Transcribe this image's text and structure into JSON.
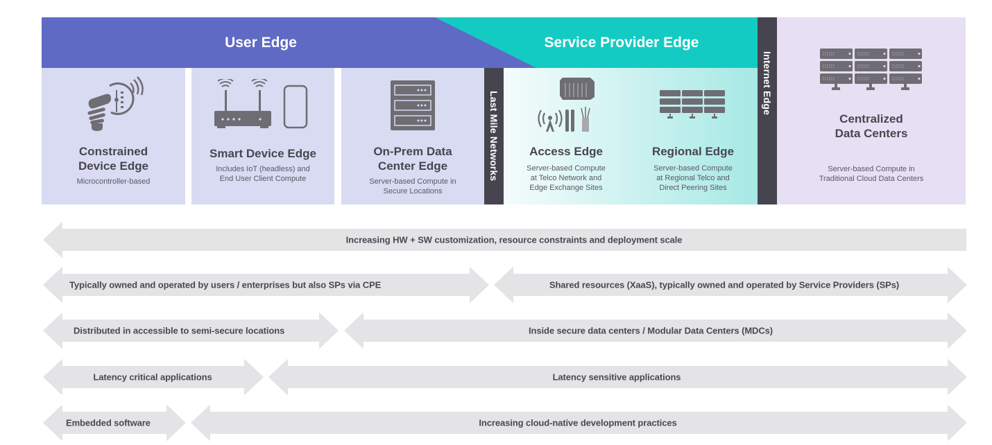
{
  "header": {
    "user_edge_title": "User Edge",
    "service_provider_edge_title": "Service Provider Edge",
    "colors": {
      "user_edge": "#5f6ac4",
      "service_provider_edge": "#14cbc3",
      "divider_bar": "#46444f",
      "user_panel": "#d8dbf2",
      "central_panel": "#e7dff3",
      "arrow": "#e4e4e6",
      "icon": "#6e6d73"
    }
  },
  "panels": [
    {
      "id": "constrained",
      "title_line1": "Constrained",
      "title_line2": "Device Edge",
      "sub_line1": "Microcontroller-based",
      "sub_line2": "",
      "sub_line3": "",
      "icon": "smart-bulb-icon"
    },
    {
      "id": "smart-device",
      "title_line1": "Smart Device Edge",
      "title_line2": "",
      "sub_line1": "Includes IoT (headless) and",
      "sub_line2": "End User Client Compute",
      "sub_line3": "",
      "icon": "router-phone-icon"
    },
    {
      "id": "on-prem",
      "title_line1": "On-Prem Data",
      "title_line2": "Center Edge",
      "sub_line1": "Server-based Compute in",
      "sub_line2": "Secure Locations",
      "sub_line3": "",
      "icon": "server-rack-icon"
    },
    {
      "id": "access",
      "title_line1": "Access Edge",
      "title_line2": "",
      "sub_line1": "Server-based Compute",
      "sub_line2": "at Telco Network and",
      "sub_line3": "Edge Exchange Sites",
      "icon": "container-tower-cables-icon"
    },
    {
      "id": "regional",
      "title_line1": "Regional Edge",
      "title_line2": "",
      "sub_line1": "Server-based Compute",
      "sub_line2": "at Regional Telco and",
      "sub_line3": "Direct Peering Sites",
      "icon": "server-grid-icon"
    },
    {
      "id": "central",
      "title_line1": "Centralized",
      "title_line2": "Data Centers",
      "sub_line1": "Server-based Compute in",
      "sub_line2": "Traditional Cloud Data Centers",
      "sub_line3": "",
      "icon": "server-grid-large-icon"
    }
  ],
  "dividers": {
    "last_mile": "Last Mile Networks",
    "internet_edge": "Internet Edge"
  },
  "arrows": [
    {
      "row": 1,
      "segments": [
        {
          "label": "Increasing HW + SW customization, resource constraints and deployment scale",
          "direction": "left"
        }
      ]
    },
    {
      "row": 2,
      "segments": [
        {
          "label": "Typically owned and operated by users / enterprises but also SPs via CPE",
          "direction": "both"
        },
        {
          "label": "Shared resources (XaaS), typically owned and operated by Service Providers (SPs)",
          "direction": "both"
        }
      ]
    },
    {
      "row": 3,
      "segments": [
        {
          "label": "Distributed in accessible to semi-secure locations",
          "direction": "both"
        },
        {
          "label": "Inside secure data centers / Modular Data Centers (MDCs)",
          "direction": "both"
        }
      ]
    },
    {
      "row": 4,
      "segments": [
        {
          "label": "Latency critical applications",
          "direction": "both"
        },
        {
          "label": "Latency sensitive applications",
          "direction": "both"
        }
      ]
    },
    {
      "row": 5,
      "segments": [
        {
          "label": "Embedded software",
          "direction": "both"
        },
        {
          "label": "Increasing cloud-native development practices",
          "direction": "both"
        }
      ]
    }
  ]
}
